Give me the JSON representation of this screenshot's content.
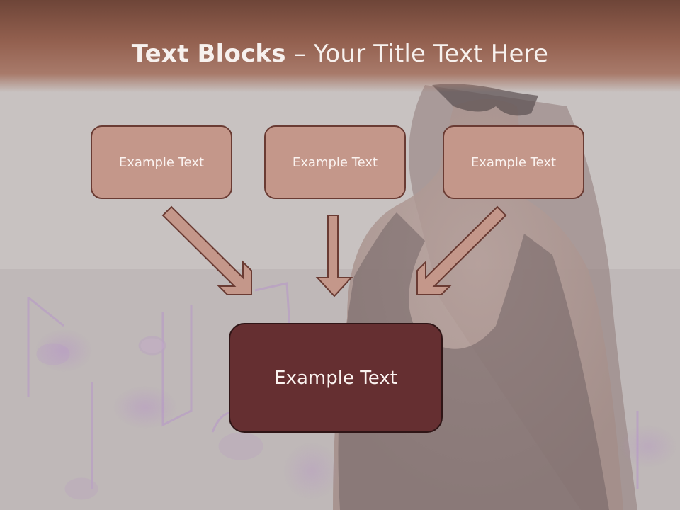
{
  "title": {
    "bold": "Text Blocks",
    "separator": " – ",
    "rest": "Your Title Text Here"
  },
  "blocks": {
    "left": "Example Text",
    "center": "Example Text",
    "right": "Example Text",
    "bottom": "Example Text"
  },
  "colors": {
    "title_band": "#93604f",
    "small_box_fill": "#c4978a",
    "small_box_border": "#6a3b33",
    "big_box_fill": "#652f31",
    "arrow_fill": "#c4978a",
    "arrow_stroke": "#6a3b33",
    "text": "#fbf3f0"
  }
}
